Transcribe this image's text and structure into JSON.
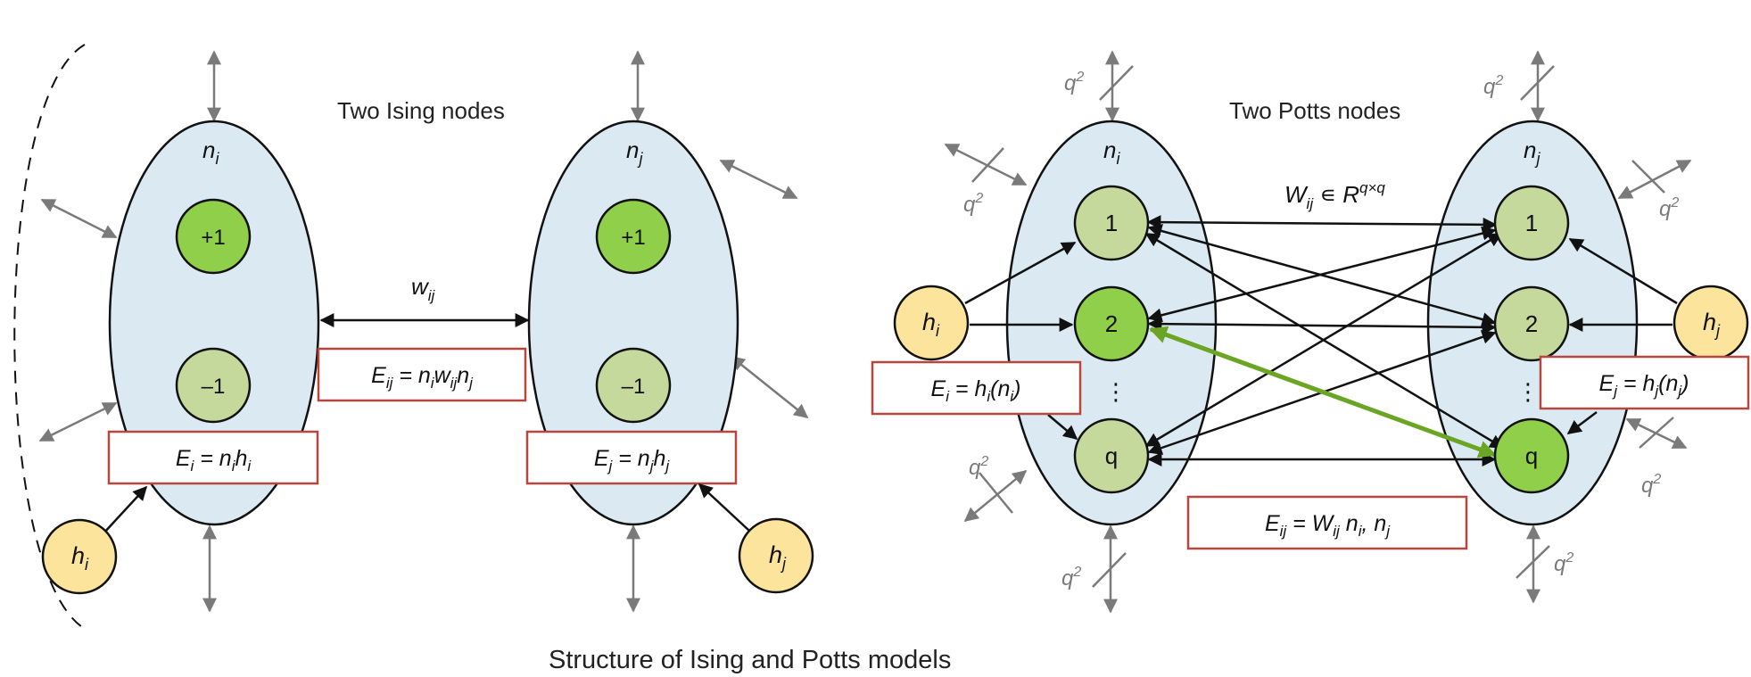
{
  "caption": "Structure of Ising and Potts models",
  "ising": {
    "title": "Two Ising nodes",
    "node_i": {
      "label_base": "n",
      "label_sub": "i",
      "states": [
        "+1",
        "–1"
      ]
    },
    "node_j": {
      "label_base": "n",
      "label_sub": "j",
      "states": [
        "+1",
        "–1"
      ]
    },
    "coupling": {
      "base": "w",
      "sub": "ij"
    },
    "field_i": {
      "base": "h",
      "sub": "i"
    },
    "field_j": {
      "base": "h",
      "sub": "j"
    },
    "energy_pair": "E_ij = n_i w_ij n_j",
    "energy_i": "E_i = n_i h_i",
    "energy_j": "E_j = n_j h_j"
  },
  "potts": {
    "title": "Two Potts nodes",
    "node_i": {
      "label_base": "n",
      "label_sub": "i",
      "states": [
        "1",
        "2",
        "⋮",
        "q"
      ]
    },
    "node_j": {
      "label_base": "n",
      "label_sub": "j",
      "states": [
        "1",
        "2",
        "⋮",
        "q"
      ]
    },
    "coupling": {
      "base": "W",
      "sub": "ij",
      "set": "∊ R",
      "sup": "q×q"
    },
    "field_i": {
      "base": "h",
      "sub": "i"
    },
    "field_j": {
      "base": "h",
      "sub": "j"
    },
    "energy_pair": "E_ij = W_ij n_i, n_j",
    "energy_i": "E_i = h_i(n_i)",
    "energy_j": "E_j = h_j(n_j)",
    "blocked_edge_label": {
      "base": "q",
      "sup": "2"
    }
  },
  "colors": {
    "ellipse_fill": "#dbeaf2",
    "state_active": "#8fcf4a",
    "state_inactive": "#c5d99d",
    "field_fill": "#fde49c",
    "energy_box_border": "#b5473f",
    "arrow_gray": "#7a7a7a",
    "highlight_green": "#6aa624"
  }
}
